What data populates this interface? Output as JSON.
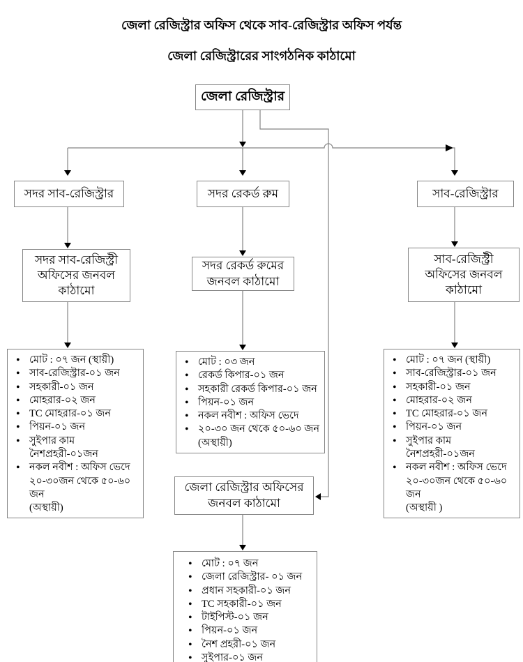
{
  "title": {
    "line1": "জেলা রেজিস্ট্রার অফিস থেকে সাব-রেজিস্ট্রার অফিস পর্যন্ত",
    "line2": "জেলা রেজিস্ট্রারের সাংগঠনিক কাঠামো"
  },
  "nodes": {
    "district_registrar": "জেলা রেজিস্ট্রার",
    "sadar_sub_registrar": "সদর সাব-রেজিস্ট্রার",
    "sadar_record_room": "সদর রেকর্ড রুম",
    "sub_registrar": "সাব-রেজিস্ট্রার",
    "sadar_sub_registry_staff": "সদর সাব-রেজিস্ট্রী\nঅফিসের জনবল\nকাঠামো",
    "sadar_record_room_staff": "সদর রেকর্ড রুমের\nজনবল কাঠামো",
    "sub_registry_staff": "সাব-রেজিস্ট্রী\nঅফিসের জনবল\nকাঠামো",
    "district_registrar_office_staff": "জেলা রেজিস্ট্রার অফিসের\nজনবল কাঠামো"
  },
  "lists": {
    "sadar_sub_registry": [
      "মোট : ০৭ জন (স্থায়ী)",
      "সাব-রেজিস্ট্রার-০১ জন",
      "সহকারী-০১ জন",
      "মোহরার-০২ জন",
      "TC মোহরার-০১ জন",
      "পিয়ন-০১ জন",
      "সুইপার কাম নৈশপ্রহরী-০১জন",
      "নকল নবীশ : অফিস ভেদে\n২০-৩০জন থেকে ৫০-৬০ জন\n(অস্থায়ী)"
    ],
    "sadar_record_room": [
      "মোট : ০৩ জন",
      "রেকর্ড কিপার-০১ জন",
      "সহকারী রেকর্ড কিপার-০১ জন",
      "পিয়ন-০১ জন",
      "নকল নবীশ : অফিস ভেদে",
      "২০-৩০ জন থেকে ৫০-৬০ জন\n(অস্থায়ী)"
    ],
    "sub_registry": [
      "মোট : ০৭ জন (স্থায়ী)",
      "সাব-রেজিস্ট্রার-০১ জন",
      "সহকারী-০১ জন",
      "মোহরার-০২ জন",
      "TC মোহরার-০১ জন",
      "পিয়ন-০১ জন",
      "সুইপার কাম নৈশপ্রহরী-০১জন",
      "নকল নবীশ : অফিস ভেদে\n২০-৩০জন থেকে ৫০-৬০ জন\n(অস্থায়ী )"
    ],
    "district_registrar_office": [
      "মোট : ০৭ জন",
      "জেলা রেজিস্ট্রার- ০১ জন",
      "প্রধান সহকারী-০১ জন",
      "TC সহকারী-০১ জন",
      "টাইপিস্ট-০১ জন",
      "পিয়ন-০১ জন",
      "নৈশ প্রহরী-০১ জন",
      "সুইপার-০১ জন"
    ]
  },
  "colors": {
    "background": "#ffffff",
    "line": "#848484",
    "arrowhead": "#000000",
    "text": "#000000",
    "box_border": "#848484"
  }
}
